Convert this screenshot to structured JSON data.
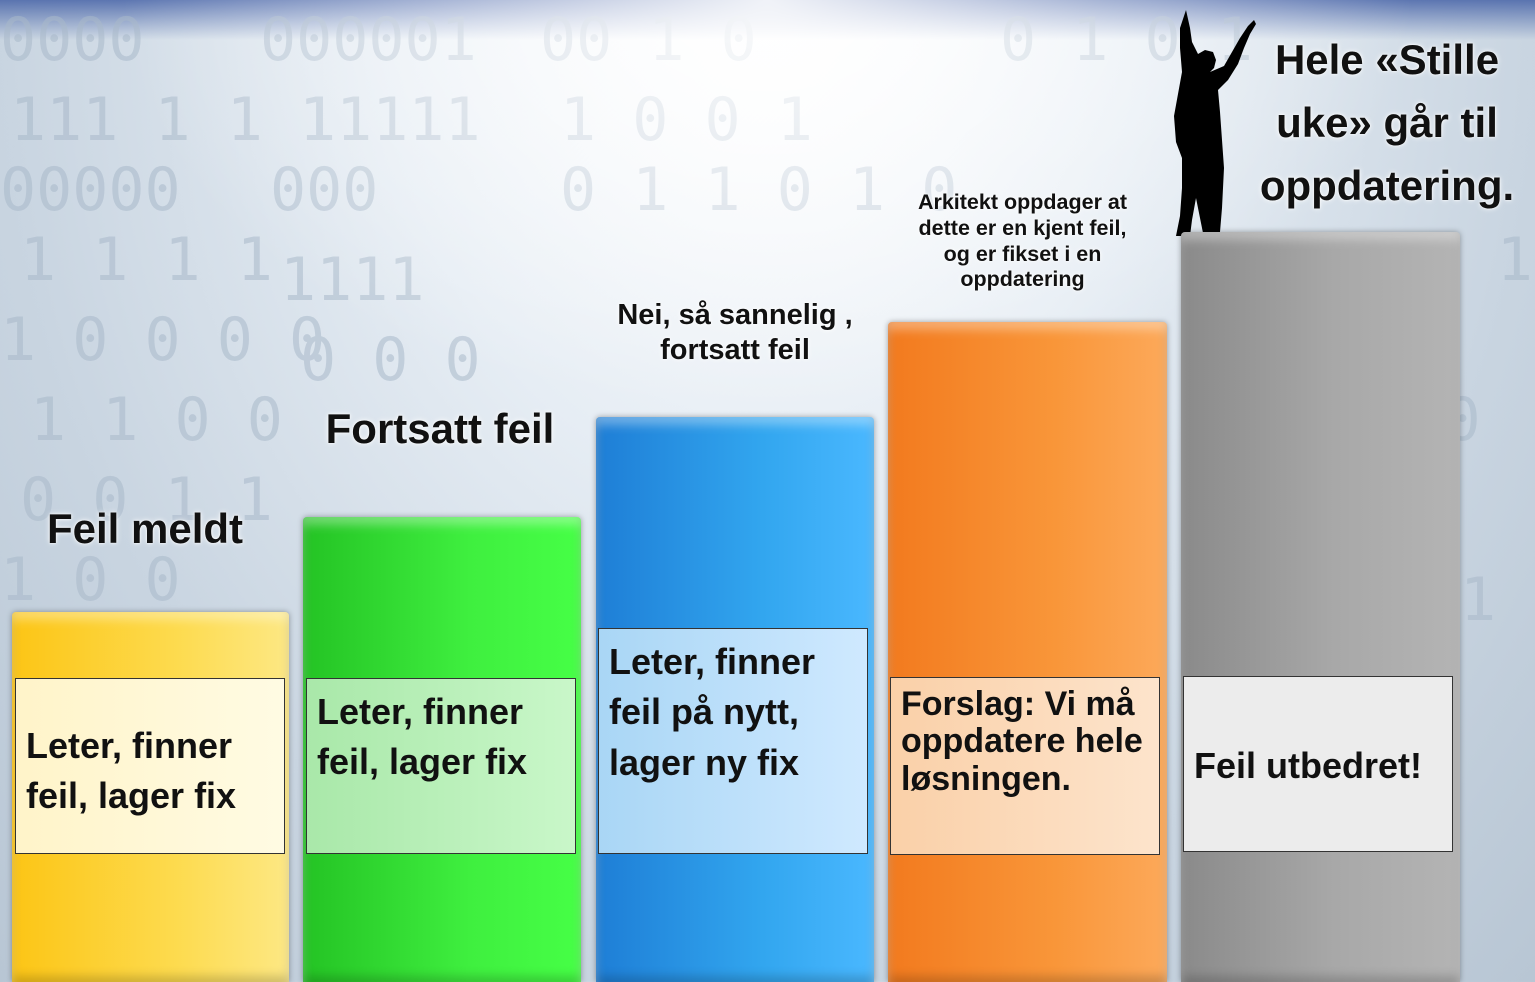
{
  "steps": [
    {
      "heading": "Feil meldt",
      "box_text": "Leter, finner feil, lager fix",
      "color": "#fcc515"
    },
    {
      "heading": "Fortsatt feil",
      "box_text": "Leter, finner feil, lager fix",
      "color": "#3fef3f"
    },
    {
      "heading_lines": [
        "Nei, så sannelig ,",
        "fortsatt feil"
      ],
      "box_text": "Leter, finner feil på nytt, lager ny  fix",
      "color": "#32a6ef"
    },
    {
      "heading_lines": [
        "Arkitekt oppdager at",
        "dette er en kjent feil,",
        "og er fikset i en",
        "oppdatering"
      ],
      "box_text": "Forslag: Vi må oppdatere hele løsningen.",
      "color": "#f99639"
    },
    {
      "heading_lines": [
        "Hele «Stille",
        "uke» går til",
        "oppdatering."
      ],
      "box_text": "Feil utbedret!",
      "color": "#a8a8a8"
    }
  ],
  "icons": {
    "figure": "cheering-person-silhouette-icon"
  },
  "background": "binary-digits-backdrop"
}
